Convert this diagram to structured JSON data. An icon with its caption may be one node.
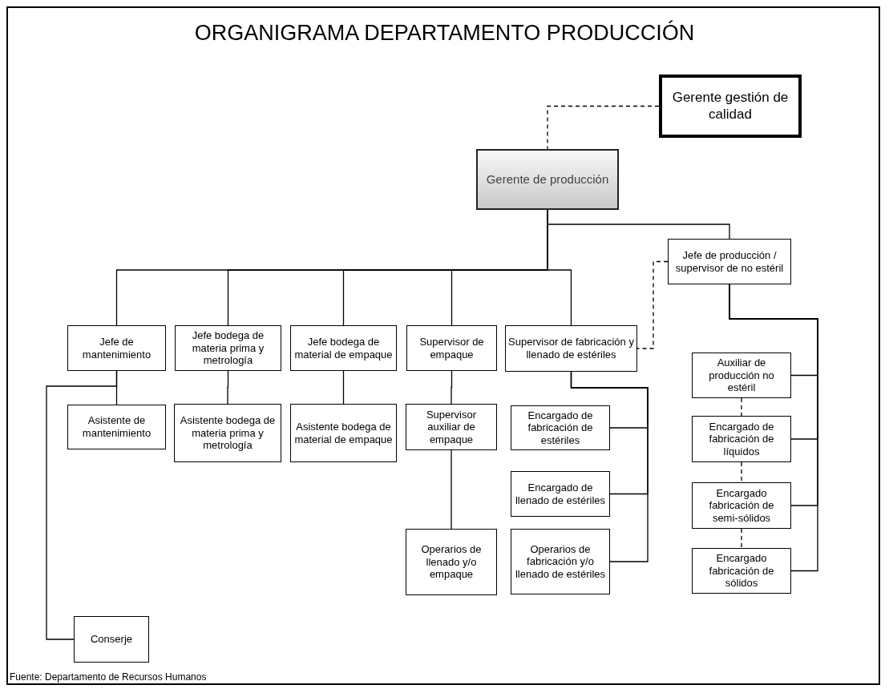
{
  "diagram": {
    "title": "ORGANIGRAMA DEPARTAMENTO PRODUCCIÓN",
    "caption": "Fuente: Departamento de Recursos Humanos",
    "nodes": [
      {
        "text": [
          "Gerente gestión de calidad"
        ]
      },
      {
        "text": [
          "Gerente de producción"
        ]
      },
      {
        "text": [
          "Jefe de producción / supervisor de no estéril"
        ]
      },
      {
        "text": [
          "Jefe de mantenimiento"
        ]
      },
      {
        "text": [
          "Jefe bodega de materia prima y metrología"
        ]
      },
      {
        "text": [
          "Jefe bodega de material de empaque"
        ]
      },
      {
        "text": [
          "Supervisor de empaque"
        ]
      },
      {
        "text": [
          "Supervisor de fabricación y llenado de estériles"
        ]
      },
      {
        "text": [
          "Asistente de mantenimiento"
        ]
      },
      {
        "text": [
          "Asistente bodega de materia prima y metrología"
        ]
      },
      {
        "text": [
          "Asistente bodega de material de empaque"
        ]
      },
      {
        "text": [
          "Supervisor auxiliar de empaque"
        ]
      },
      {
        "text": [
          "Operarios de llenado y/o empaque"
        ]
      },
      {
        "text": [
          "Encargado de fabricación de estériles"
        ]
      },
      {
        "text": [
          "Encargado de llenado de estériles"
        ]
      },
      {
        "text": [
          "Operarios de fabricación y/o llenado de estériles"
        ]
      },
      {
        "text": [
          "Auxiliar de producción no estéril"
        ]
      },
      {
        "text": [
          "Encargado de fabricación de líquidos"
        ]
      },
      {
        "text": [
          "Encargado fabricación de semi-sólidos"
        ]
      },
      {
        "text": [
          "Encargado fabricación de sólidos"
        ]
      },
      {
        "text": [
          "Conserje"
        ]
      }
    ],
    "edges": [
      {
        "from": 0,
        "to": 1,
        "arrow": "none",
        "style": "dashed"
      },
      {
        "from": 1,
        "to": 2,
        "arrow": "none"
      },
      {
        "from": 1,
        "to": 3,
        "arrow": "none"
      },
      {
        "from": 1,
        "to": 4,
        "arrow": "none"
      },
      {
        "from": 1,
        "to": 5,
        "arrow": "none"
      },
      {
        "from": 1,
        "to": 6,
        "arrow": "none"
      },
      {
        "from": 1,
        "to": 7,
        "arrow": "none"
      },
      {
        "from": 2,
        "to": 7,
        "arrow": "none",
        "style": "dashed"
      },
      {
        "from": 3,
        "to": 8,
        "arrow": "none"
      },
      {
        "from": 3,
        "to": 20,
        "arrow": "none"
      },
      {
        "from": 4,
        "to": 9,
        "arrow": "none"
      },
      {
        "from": 5,
        "to": 10,
        "arrow": "none"
      },
      {
        "from": 6,
        "to": 11,
        "arrow": "none"
      },
      {
        "from": 11,
        "to": 12,
        "arrow": "none"
      },
      {
        "from": 7,
        "to": 13,
        "arrow": "none"
      },
      {
        "from": 7,
        "to": 14,
        "arrow": "none"
      },
      {
        "from": 7,
        "to": 15,
        "arrow": "none"
      },
      {
        "from": 2,
        "to": 16,
        "arrow": "none"
      },
      {
        "from": 2,
        "to": 17,
        "arrow": "none"
      },
      {
        "from": 2,
        "to": 18,
        "arrow": "none"
      },
      {
        "from": 2,
        "to": 19,
        "arrow": "none"
      },
      {
        "from": 16,
        "to": 17,
        "arrow": "none",
        "style": "dashed"
      },
      {
        "from": 17,
        "to": 18,
        "arrow": "none",
        "style": "dashed"
      },
      {
        "from": 18,
        "to": 19,
        "arrow": "none",
        "style": "dashed"
      }
    ]
  }
}
